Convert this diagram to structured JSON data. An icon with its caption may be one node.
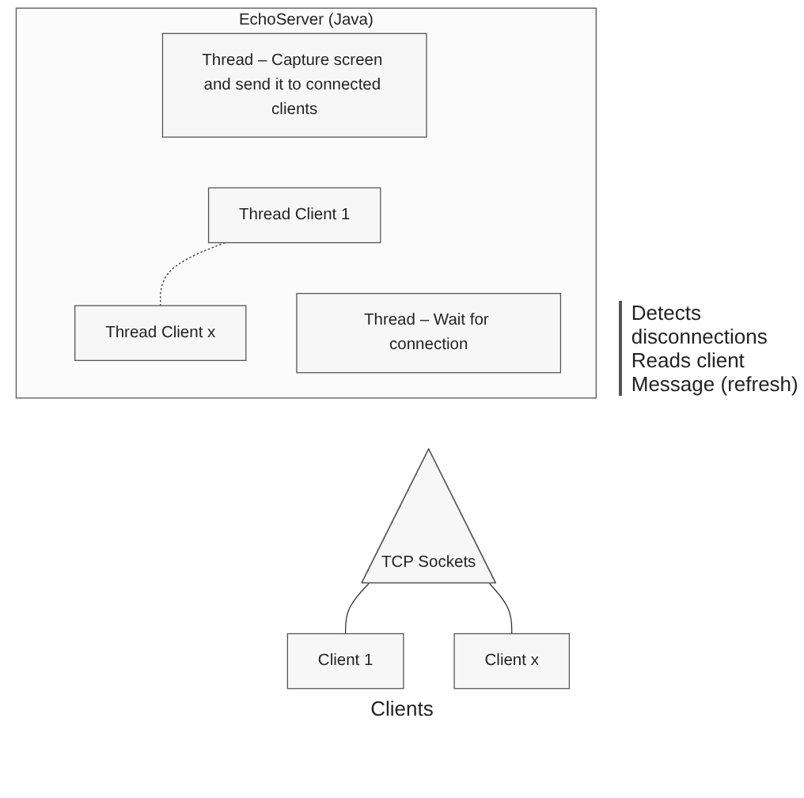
{
  "diagram": {
    "nodes": [
      {
        "text": [
          "EchoServer (Java)"
        ]
      },
      {
        "text": [
          "Thread – Capture screen and send it to connected clients"
        ],
        "in": 0
      },
      {
        "text": [
          "Thread Client 1"
        ],
        "in": 0
      },
      {
        "text": [
          "Thread Client x"
        ],
        "in": 0
      },
      {
        "text": [
          "Thread – Wait for connection"
        ],
        "in": 0
      },
      {
        "text": [
          "TCP Sockets"
        ]
      },
      {
        "text": [
          "Client 1"
        ]
      },
      {
        "text": [
          "Client x"
        ]
      }
    ],
    "edges": [
      {
        "from": 2,
        "to": 3,
        "arrow": "none",
        "style": "dashed"
      },
      {
        "from": 5,
        "to": 6,
        "arrow": "none"
      },
      {
        "from": 5,
        "to": 7,
        "arrow": "none"
      }
    ],
    "labels": [
      "Detects disconnections Reads client Message (refresh)",
      "Clients"
    ]
  }
}
